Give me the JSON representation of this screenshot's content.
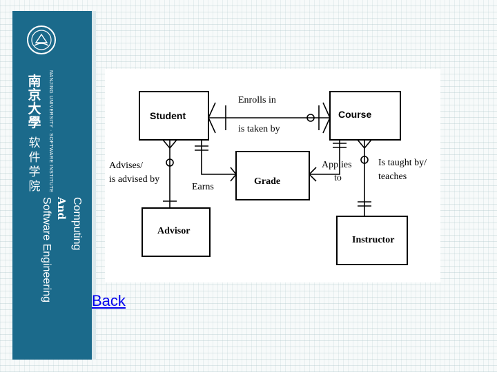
{
  "sidebar": {
    "university_cn": "南京大學",
    "university_en": "NANJING UNIVERSITY · SOFTWARE INSTITUTE",
    "dept_cn": "软件学院",
    "title_line1": "Computing",
    "title_and": "And",
    "title_line2": "Software Engineering"
  },
  "diagram": {
    "entities": {
      "student": "Student",
      "course": "Course",
      "grade": "Grade",
      "advisor": "Advisor",
      "instructor": "Instructor"
    },
    "relationships": {
      "enrolls_in": "Enrolls in",
      "is_taken_by": "is taken by",
      "advises_1": "Advises/",
      "advises_2": "is advised by",
      "earns": "Earns",
      "applies_1": "Applies",
      "applies_2": "to",
      "taught_1": "Is taught by/",
      "taught_2": "teaches"
    }
  },
  "footer": {
    "back_label": "Back"
  }
}
